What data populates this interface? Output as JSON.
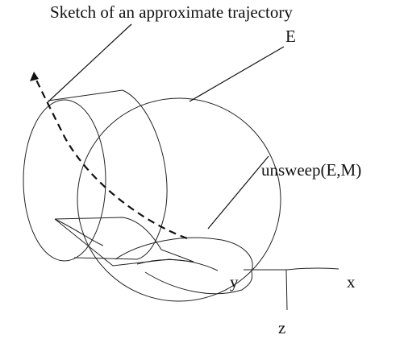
{
  "figure": {
    "labels": {
      "trajectory_caption": "Sketch of an approximate trajectory",
      "region_e": "E",
      "unsweep": "unsweep(E,M)"
    },
    "axes": {
      "x": "x",
      "y": "y",
      "z": "z"
    }
  },
  "colors": {
    "ink": "#111111",
    "background": "#ffffff"
  }
}
